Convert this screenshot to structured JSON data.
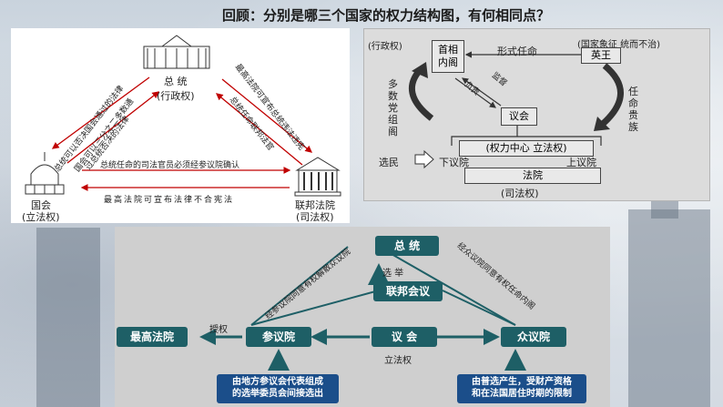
{
  "title": "回顾：分别是哪三个国家的权力结构图，有何相同点？",
  "usa": {
    "president": "总 统",
    "executive": "(行政权)",
    "congress": "国会",
    "legislative": "(立法权)",
    "court": "联邦法院",
    "judicial": "(司法权)",
    "left_outer": "总统可以否决国会通过的法律",
    "left_inner_1": "国会可以三分之二多数通",
    "left_inner_2": "过总统否决的法律",
    "right_outer": "最高法院可宣布总统违法违宪",
    "right_inner": "总统任命联邦法官",
    "bottom_top": "总统任命的司法官员必须经参议院确认",
    "bottom_bottom": "最高法院可宣布法律不合宪法"
  },
  "uk": {
    "executive_power": "(行政权)",
    "cabinet": "首相内阁",
    "formal_appoint": "形式任命",
    "symbol": "(国家象征  统而不治)",
    "monarch": "英王",
    "multi_party": "多数党组阁",
    "responsible": "负责",
    "supervise": "监督",
    "appoint_nobles": "任命贵族",
    "parliament": "议会",
    "center": "(权力中心  立法权)",
    "voters": "选民",
    "lower": "下议院",
    "upper": "上议院",
    "court": "法院",
    "judicial": "(司法权)"
  },
  "fr": {
    "president": "总 统",
    "election": "选    举",
    "federal_council": "联邦会议",
    "supreme_court": "最高法院",
    "authorize": "授权",
    "council_states": "参议院",
    "assembly": "议 会",
    "national_council": "众议院",
    "legislative": "立法权",
    "left_diag": "经参议院同意有权解散众议院",
    "right_diag": "经众议院同意有权任命内阁",
    "note_left_1": "由地方参议会代表组成",
    "note_left_2": "的选举委员会间接选出",
    "note_right_1": "由普选产生，受财产资格",
    "note_right_2": "和在法国居住时期的限制"
  }
}
